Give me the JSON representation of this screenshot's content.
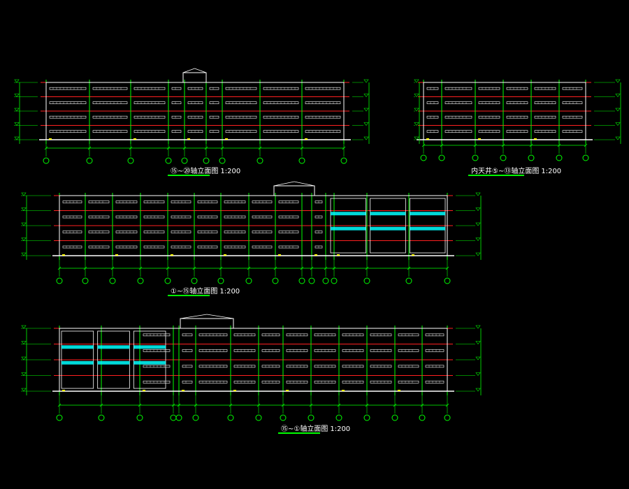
{
  "drawing": {
    "colors": {
      "background": "#000000",
      "outline": "#ffffff",
      "floor_line": "#ff2020",
      "axis_line": "#00ff00",
      "window": "#00ffff",
      "dim": "#00ff00",
      "accent": "#ffff00"
    },
    "elevations": [
      {
        "id": "elev-1",
        "title_axes": "⑮~⑳轴立面图",
        "scale": "1:200"
      },
      {
        "id": "elev-2",
        "title_axes": "内天井⑤~⑬轴立面图",
        "scale": "1:200"
      },
      {
        "id": "elev-3",
        "title_axes": "①~⑮轴立面图",
        "scale": "1:200"
      },
      {
        "id": "elev-4",
        "title_axes": "⑮~①轴立面图",
        "scale": "1:200"
      }
    ]
  }
}
